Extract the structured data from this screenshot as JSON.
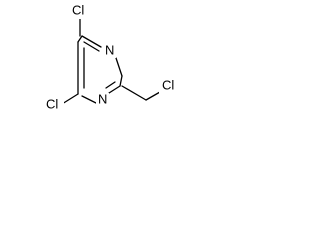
{
  "molecule": {
    "atoms": {
      "cl_top": "Cl",
      "n_upper": "N",
      "n_lower": "N",
      "cl_bottom_left": "Cl",
      "cl_side_chain": "Cl"
    }
  }
}
